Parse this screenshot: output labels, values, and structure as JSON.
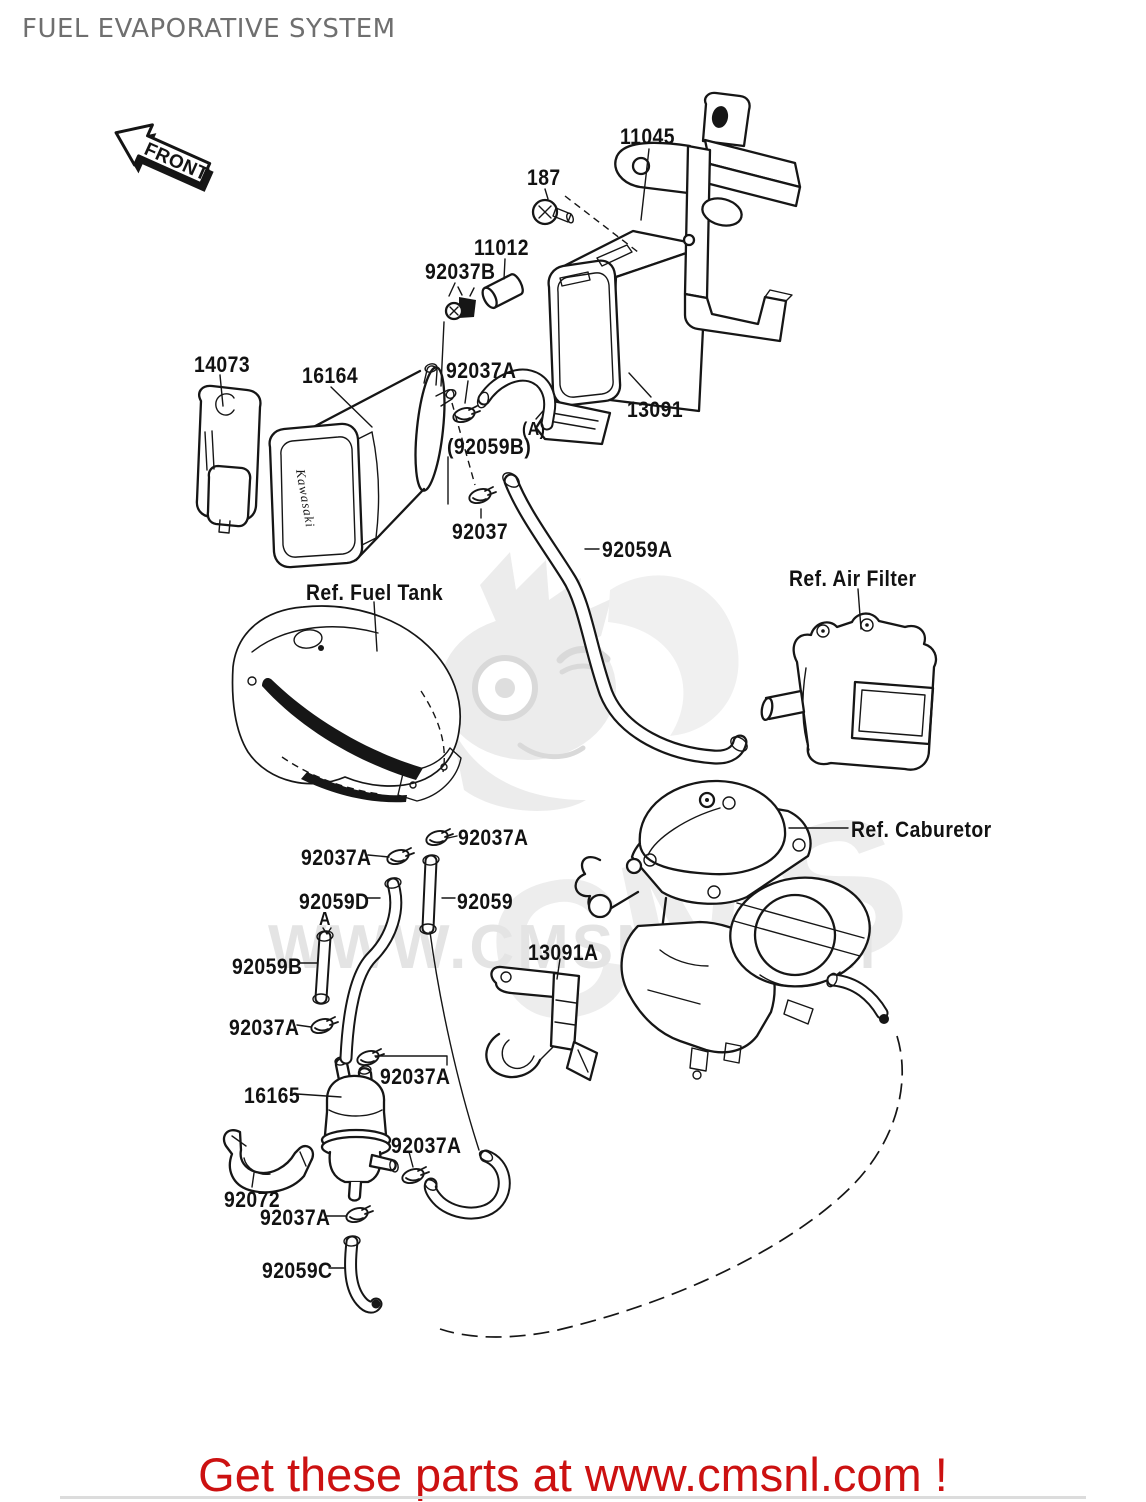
{
  "page": {
    "title": "FUEL EVAPORATIVE SYSTEM",
    "direction_arrow": "FRONT",
    "canister_brand": "Kawasaki",
    "watermark": {
      "band": "WWW.CMSNL.COM",
      "monogram": "CMS"
    },
    "footer": "Get these parts at www.cmsnl.com !",
    "colors": {
      "line": "#161616",
      "title_gray": "#6f6f6f",
      "footer_red": "#cc1111",
      "watermark_gray": "#e4e4e4",
      "background": "#ffffff"
    }
  },
  "diagram": {
    "labels": [
      {
        "id": "11045",
        "text": "11045"
      },
      {
        "id": "187",
        "text": "187"
      },
      {
        "id": "11012",
        "text": "11012"
      },
      {
        "id": "92037B",
        "text": "92037B"
      },
      {
        "id": "14073",
        "text": "14073"
      },
      {
        "id": "16164",
        "text": "16164"
      },
      {
        "id": "92037A-1",
        "text": "92037A"
      },
      {
        "id": "13091",
        "text": "13091"
      },
      {
        "id": "A-1",
        "text": "(A)"
      },
      {
        "id": "92059B-ref",
        "text": "(92059B)"
      },
      {
        "id": "92037",
        "text": "92037"
      },
      {
        "id": "92059A",
        "text": "92059A"
      },
      {
        "id": "ref-fuel-tank",
        "text": "Ref. Fuel Tank"
      },
      {
        "id": "ref-air-filter",
        "text": "Ref. Air Filter"
      },
      {
        "id": "ref-carburetor",
        "text": "Ref. Caburetor"
      },
      {
        "id": "92037A-2",
        "text": "92037A"
      },
      {
        "id": "92037A-3",
        "text": "92037A"
      },
      {
        "id": "92059D",
        "text": "92059D"
      },
      {
        "id": "92059",
        "text": "92059"
      },
      {
        "id": "A-2",
        "text": "A"
      },
      {
        "id": "92059B",
        "text": "92059B"
      },
      {
        "id": "13091A",
        "text": "13091A"
      },
      {
        "id": "92037A-4",
        "text": "92037A"
      },
      {
        "id": "92037A-5",
        "text": "92037A"
      },
      {
        "id": "16165",
        "text": "16165"
      },
      {
        "id": "92037A-6",
        "text": "92037A"
      },
      {
        "id": "92072",
        "text": "92072"
      },
      {
        "id": "92037A-7",
        "text": "92037A"
      },
      {
        "id": "92059C",
        "text": "92059C"
      }
    ]
  }
}
